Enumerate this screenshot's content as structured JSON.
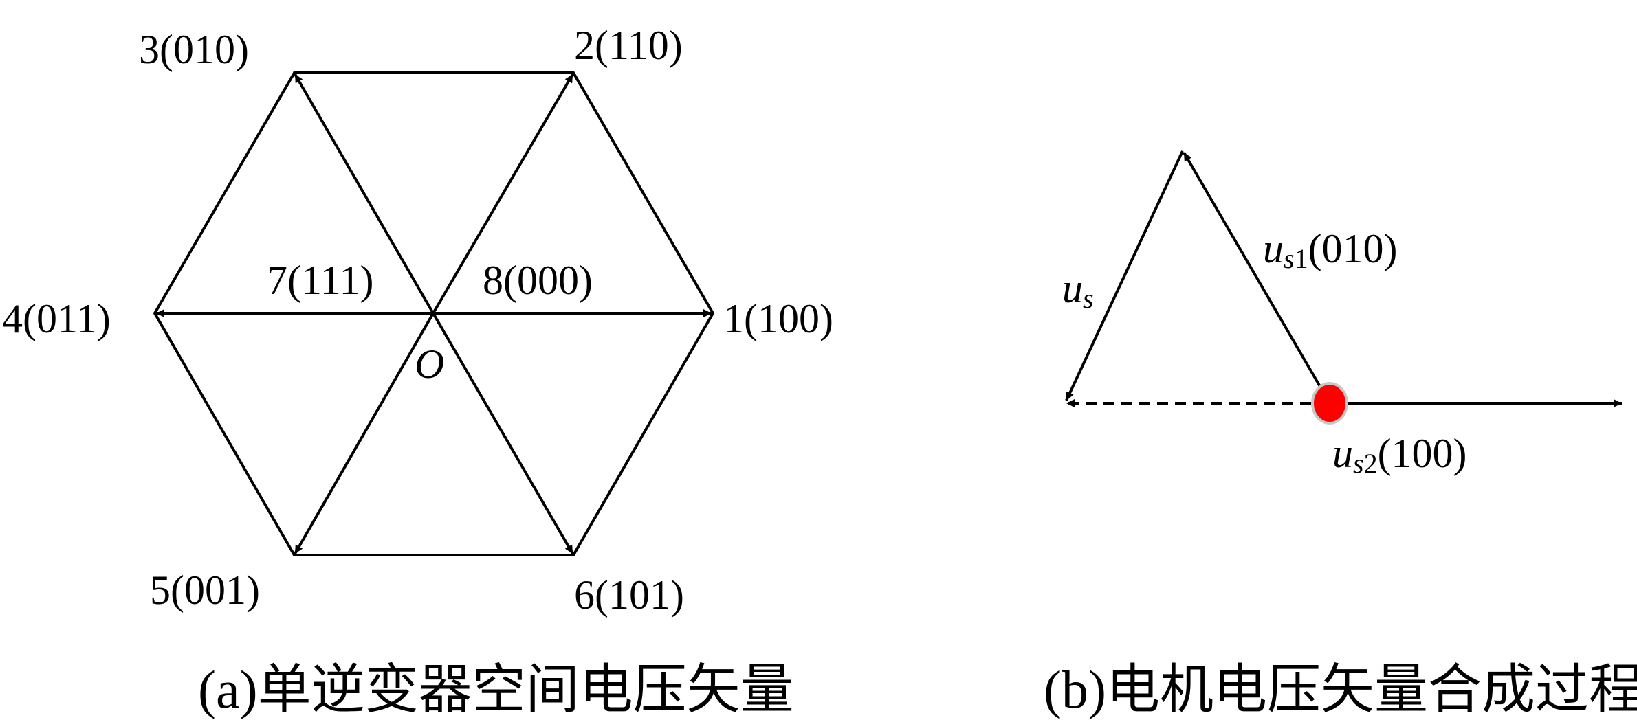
{
  "panel_a": {
    "vectors": [
      {
        "id": "1",
        "label": "1(100)"
      },
      {
        "id": "2",
        "label": "2(110)"
      },
      {
        "id": "3",
        "label": "3(010)"
      },
      {
        "id": "4",
        "label": "4(011)"
      },
      {
        "id": "5",
        "label": "5(001)"
      },
      {
        "id": "6",
        "label": "6(101)"
      }
    ],
    "zero_vectors": [
      "7(111)",
      "8(000)"
    ],
    "origin": "O",
    "caption": "(a)单逆变器空间电压矢量"
  },
  "panel_b": {
    "us": {
      "base": "u",
      "sub": "s"
    },
    "us1": {
      "base": "u",
      "sub_s": "s",
      "sub_n": "1",
      "code": "(010)"
    },
    "us2": {
      "base": "u",
      "sub_s": "s",
      "sub_n": "2",
      "code": "(100)"
    },
    "dot_color": "#ff0000",
    "caption": "(b)电机电压矢量合成过程"
  }
}
